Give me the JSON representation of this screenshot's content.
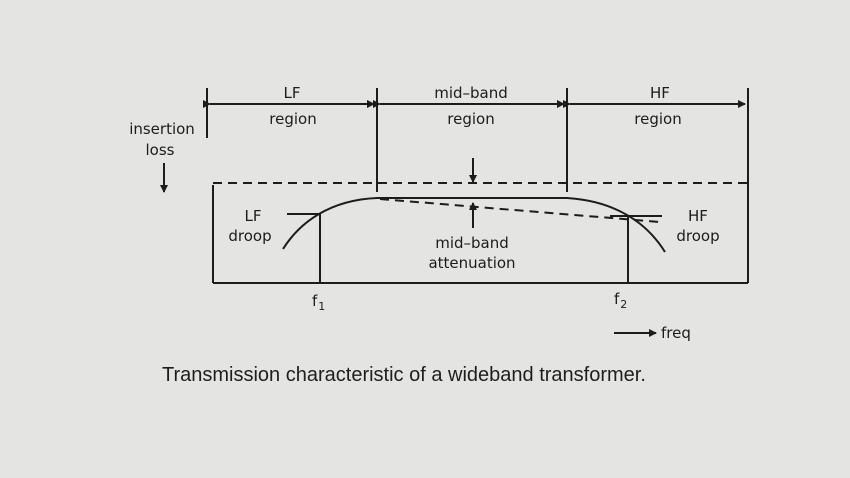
{
  "diagram": {
    "regions": {
      "lf": {
        "line1": "LF",
        "line2": "region"
      },
      "mid": {
        "line1": "mid–band",
        "line2": "region"
      },
      "hf": {
        "line1": "HF",
        "line2": "region"
      }
    },
    "y_axis": {
      "line1": "insertion",
      "line2": "loss"
    },
    "lf_droop": {
      "line1": "LF",
      "line2": "droop"
    },
    "hf_droop": {
      "line1": "HF",
      "line2": "droop"
    },
    "midband_attenuation": {
      "line1": "mid–band",
      "line2": "attenuation"
    },
    "f1": {
      "main": "f",
      "sub": "1"
    },
    "f2": {
      "main": "f",
      "sub": "2"
    },
    "x_axis": {
      "label": "freq"
    }
  },
  "caption": "Transmission characteristic of a wideband transformer."
}
